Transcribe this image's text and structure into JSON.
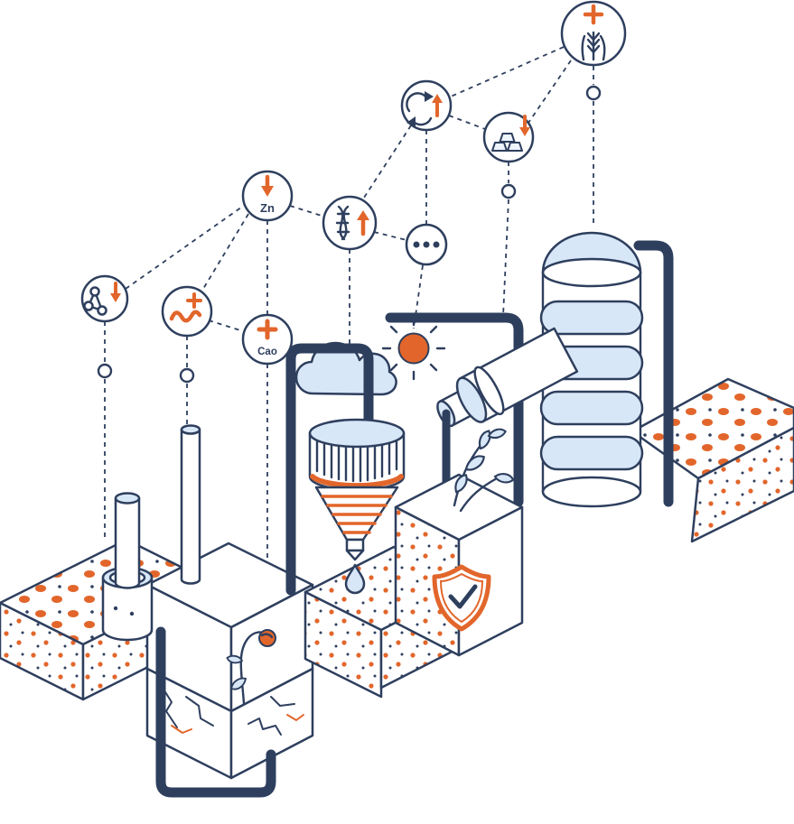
{
  "illustration": {
    "description": "Isometric illustration of soil treatment: factory with chimneys on cracked soil, hopper, silo tank, pipes, healthy soil block with sprout and shield check, connected floating nutrient icons",
    "colors": {
      "navy": "#2e3f5e",
      "orange": "#e2662b",
      "light_blue": "#d8e7f7",
      "white": "#ffffff"
    },
    "icon_nodes": [
      {
        "id": "wheat-increase-icon",
        "label": ""
      },
      {
        "id": "recycle-increase-icon",
        "label": ""
      },
      {
        "id": "gold-bars-decrease-icon",
        "label": ""
      },
      {
        "id": "zinc-decrease-icon",
        "label": "Zn"
      },
      {
        "id": "dna-increase-icon",
        "label": ""
      },
      {
        "id": "ellipsis-icon",
        "label": ""
      },
      {
        "id": "molecule-decrease-icon",
        "label": ""
      },
      {
        "id": "worm-increase-icon",
        "label": ""
      },
      {
        "id": "calcium-oxide-increase-icon",
        "label": "Cao"
      }
    ],
    "scene_elements": [
      "sun",
      "cloud",
      "silo-tank",
      "hopper-funnel",
      "factory-chimneys",
      "soil-slabs",
      "sprout-leaves",
      "shield-checkmark",
      "water-drop",
      "wilted-plant",
      "cracked-soil",
      "pipes"
    ]
  }
}
